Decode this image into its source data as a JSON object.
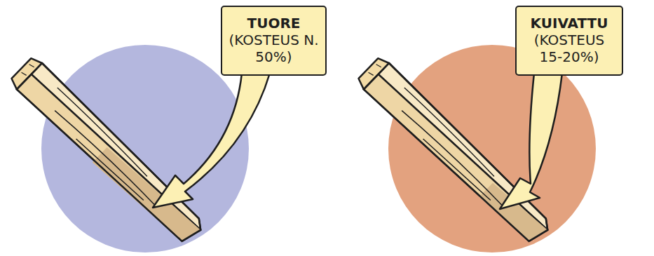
{
  "diagram": {
    "nodes": [
      {
        "text": [
          "TUORE",
          "(KOSTEUS N. 50%)"
        ]
      },
      {
        "text": [
          "KUIVATTU",
          "(KOSTEUS 15-20%)"
        ]
      }
    ]
  }
}
